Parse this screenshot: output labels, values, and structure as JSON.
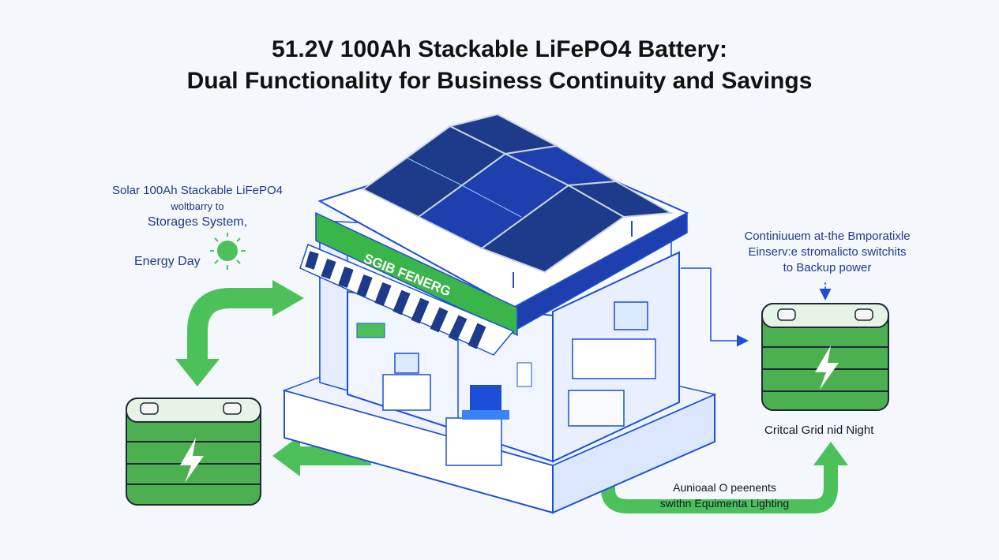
{
  "title": {
    "line1": "51.2V 100Ah Stackable LiFePO4 Battery:",
    "line2": "Dual Functionality for Business Continuity and Savings"
  },
  "left_callout": {
    "line1": "Solar 100Ah Stackable LiFePO4",
    "line2": "woltbarry to",
    "line3": "Storages System,",
    "energy_label": "Energy Day"
  },
  "store": {
    "sign_text": "SGIB FENERG"
  },
  "right_callout": {
    "line1": "Continiuuem at-the Bmporatixle",
    "line2": "Einserv:e stromalicto switchits",
    "line3": "to Backup power"
  },
  "right_battery_label": "Critcal Grid nid Night",
  "bottom_callout": {
    "line1": "Aunioaal O peenents",
    "line2": "swithn Equimenta Lighting"
  },
  "colors": {
    "battery_green": "#4caf50",
    "arrow_green": "#4cc15a",
    "line_blue": "#1d4ed8",
    "sign_green": "#3ab54a",
    "panel_blue": "#1e3a8a"
  },
  "icons": {
    "sun": "sun-icon",
    "bolt": "lightning-bolt-icon"
  }
}
